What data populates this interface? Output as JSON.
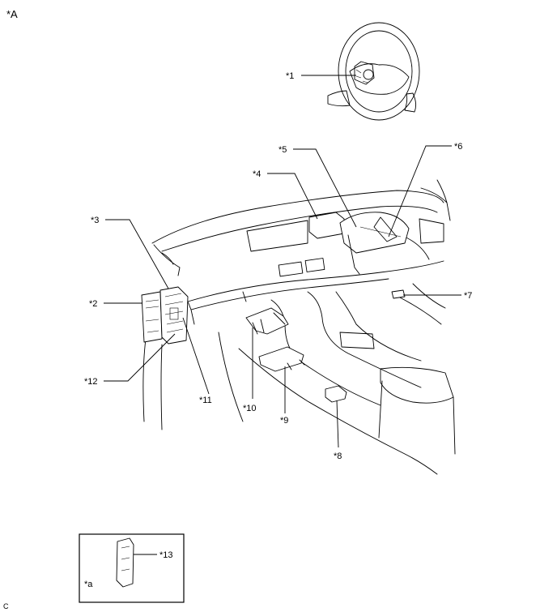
{
  "figure_label": "*A",
  "callouts": {
    "c1": "*1",
    "c2": "*2",
    "c3": "*3",
    "c4": "*4",
    "c5": "*5",
    "c6": "*6",
    "c7": "*7",
    "c8": "*8",
    "c9": "*9",
    "c10": "*10",
    "c11": "*11",
    "c12": "*12",
    "c13": "*13"
  },
  "inset_label": "*a",
  "footer_code": "C"
}
